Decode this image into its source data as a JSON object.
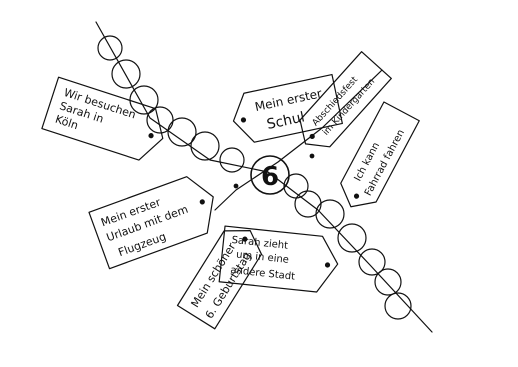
{
  "drawing": {
    "center_number": "6",
    "colors": {
      "ink": "#111111",
      "paper": "#ffffff",
      "background": "#f1f1f1"
    },
    "tags": [
      {
        "id": "koeln",
        "lines": [
          "Wir besuchen",
          "Sarah in",
          "Köln"
        ]
      },
      {
        "id": "schule",
        "lines": [
          "Mein erster",
          "Schul"
        ]
      },
      {
        "id": "abschied",
        "lines": [
          "Abschiedsfest",
          "im Kindergarten"
        ]
      },
      {
        "id": "fahrrad",
        "lines": [
          "Ich kann",
          "Fahrrad fahren"
        ]
      },
      {
        "id": "urlaub",
        "lines": [
          "Mein erster",
          "Urlaub mit dem",
          "Flugzeug"
        ]
      },
      {
        "id": "geburtstag",
        "lines": [
          "Mein schöner",
          "6. Geburtstag"
        ]
      },
      {
        "id": "umzug",
        "lines": [
          "Sarah zieht",
          "um in eine",
          "andere Stadt"
        ]
      }
    ]
  }
}
